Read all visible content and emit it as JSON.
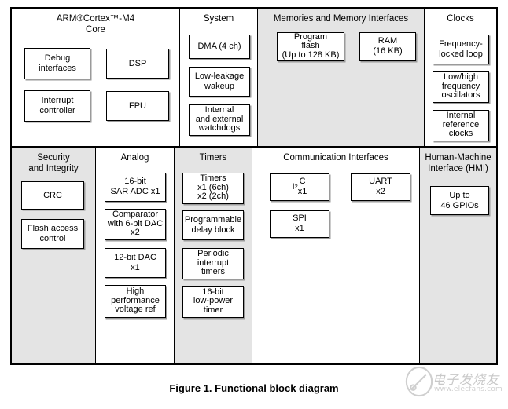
{
  "figure": {
    "caption": "Figure 1. Functional block diagram"
  },
  "watermark": {
    "text_cn": "电子发烧友",
    "url": "www.elecfans.com"
  },
  "colors": {
    "shaded_column": "#e4e4e4",
    "block_fill": "#ffffff",
    "outline": "#000000",
    "shadow": "#9a9a9a"
  },
  "diagram": {
    "rows": [
      {
        "name": "top-row",
        "columns": [
          {
            "id": "core",
            "title": "ARM®Cortex™-M4\nCore",
            "shaded": false,
            "blocks": [
              {
                "id": "debug-interfaces",
                "label": "Debug\ninterfaces"
              },
              {
                "id": "dsp",
                "label": "DSP"
              },
              {
                "id": "interrupt-controller",
                "label": "Interrupt\ncontroller"
              },
              {
                "id": "fpu",
                "label": "FPU"
              }
            ]
          },
          {
            "id": "system",
            "title": "System",
            "shaded": false,
            "blocks": [
              {
                "id": "dma",
                "label": "DMA (4 ch)"
              },
              {
                "id": "low-leakage-wakeup",
                "label": "Low-leakage\nwakeup"
              },
              {
                "id": "watchdogs",
                "label": "Internal\nand external\nwatchdogs"
              }
            ]
          },
          {
            "id": "memories",
            "title": "Memories and Memory Interfaces",
            "shaded": true,
            "blocks": [
              {
                "id": "program-flash",
                "label": "Program\nflash\n(Up to 128 KB)"
              },
              {
                "id": "ram",
                "label": "RAM\n(16 KB)"
              }
            ]
          },
          {
            "id": "clocks",
            "title": "Clocks",
            "shaded": false,
            "blocks": [
              {
                "id": "frequency-locked-loop",
                "label": "Frequency-\nlocked loop"
              },
              {
                "id": "oscillators",
                "label": "Low/high\nfrequency\noscillators"
              },
              {
                "id": "internal-reference-clocks",
                "label": "Internal\nreference\nclocks"
              }
            ]
          }
        ]
      },
      {
        "name": "bottom-row",
        "columns": [
          {
            "id": "security",
            "title": "Security\nand Integrity",
            "shaded": true,
            "blocks": [
              {
                "id": "crc",
                "label": "CRC"
              },
              {
                "id": "flash-access-control",
                "label": "Flash access\ncontrol"
              }
            ]
          },
          {
            "id": "analog",
            "title": "Analog",
            "shaded": false,
            "blocks": [
              {
                "id": "sar-adc",
                "label": "16-bit\nSAR ADC x1"
              },
              {
                "id": "comparator",
                "label": "Comparator\nwith 6-bit DAC\nx2"
              },
              {
                "id": "dac",
                "label": "12-bit DAC\nx1"
              },
              {
                "id": "voltage-ref",
                "label": "High\nperformance\nvoltage ref"
              }
            ]
          },
          {
            "id": "timers",
            "title": "Timers",
            "shaded": true,
            "blocks": [
              {
                "id": "timers",
                "label": "Timers\nx1 (6ch)\nx2 (2ch)"
              },
              {
                "id": "programmable-delay-block",
                "label": "Programmable\ndelay block"
              },
              {
                "id": "periodic-interrupt-timers",
                "label": "Periodic\ninterrupt\ntimers"
              },
              {
                "id": "low-power-timer",
                "label": "16-bit\nlow-power\ntimer"
              }
            ]
          },
          {
            "id": "communication",
            "title": "Communication Interfaces",
            "shaded": false,
            "blocks": [
              {
                "id": "i2c",
                "label_html": "I<sup>2</sup>C\nx1",
                "label": "I2C x1"
              },
              {
                "id": "uart",
                "label": "UART\nx2"
              },
              {
                "id": "spi",
                "label": "SPI\nx1"
              }
            ]
          },
          {
            "id": "hmi",
            "title": "Human-Machine\nInterface (HMI)",
            "shaded": true,
            "blocks": [
              {
                "id": "gpios",
                "label": "Up to\n46 GPIOs"
              }
            ]
          }
        ]
      }
    ]
  }
}
